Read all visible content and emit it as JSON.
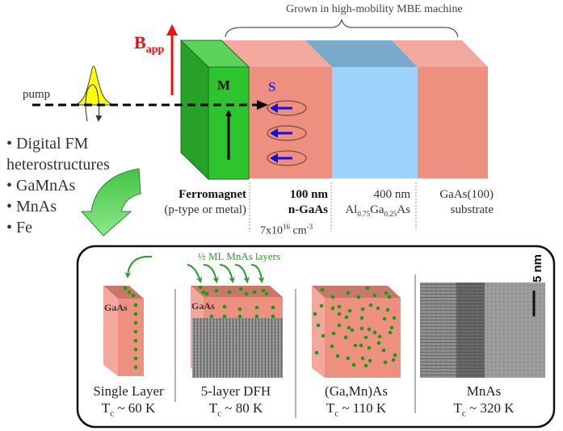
{
  "header": {
    "mbe_bracket_label": "Grown in high-mobility MBE machine"
  },
  "beam": {
    "pump_label": "pump",
    "field_label_main": "B",
    "field_label_sub": "app",
    "magnetization_label": "M",
    "spin_label": "S"
  },
  "layers": [
    {
      "name": "ferromagnet",
      "line1": "Ferromagnet",
      "line2": "(p-type or metal)",
      "color": "#2ec42e"
    },
    {
      "name": "n-gaas",
      "line1": "100 nm",
      "line2": "n-GaAs",
      "line3_base": "7x10",
      "line3_exp": "16",
      "line3_unit": " cm",
      "line3_unit_exp": "-3",
      "color": "#ee9080"
    },
    {
      "name": "algaas",
      "line1": "400 nm",
      "line2_parts": [
        "Al",
        "0.75",
        "Ga",
        "0.25",
        "As"
      ],
      "color": "#9dd3fb"
    },
    {
      "name": "substrate",
      "line1": "GaAs(100)",
      "line2": "substrate",
      "color": "#ee9080"
    }
  ],
  "bullets": [
    "• Digital FM",
    "heterostructures",
    "• GaMnAs",
    "• MnAs",
    "• Fe"
  ],
  "inset": {
    "note": "½ ML MnAs layers",
    "gaas_label": "GaAs",
    "scale_bar": "5 nm",
    "panels": [
      {
        "name": "Single Layer",
        "tc_prefix": "T",
        "tc_sub": "c",
        "tc_value": " ~ 60 K"
      },
      {
        "name": "5-layer DFH",
        "tc_prefix": "T",
        "tc_sub": "c",
        "tc_value": " ~ 80 K"
      },
      {
        "name": "(Ga,Mn)As",
        "tc_prefix": "T",
        "tc_sub": "c",
        "tc_value": " ~ 110 K"
      },
      {
        "name": "MnAs",
        "tc_prefix": "T",
        "tc_sub": "c",
        "tc_value": " ~ 320 K"
      }
    ]
  },
  "colors": {
    "field_arrow": "#f01010",
    "spin_arrow": "#1010e0",
    "pink": "#ee9080",
    "pink_top": "#f2a89c",
    "blue": "#9dd3fb",
    "blue_top": "#7aaacb",
    "green": "#2ec42e",
    "green_dark": "#27a127",
    "green_top": "#5ad45a",
    "dot_green": "#10a010",
    "pulse_yellow": "#ffff00"
  }
}
